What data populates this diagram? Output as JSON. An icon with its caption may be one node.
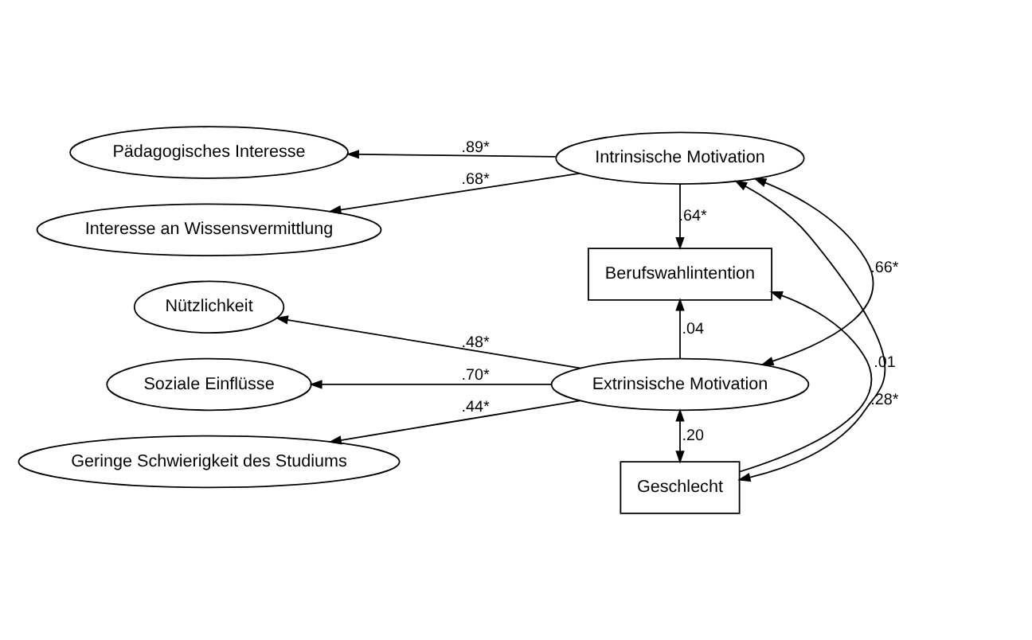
{
  "diagram": {
    "nodes": [
      {
        "text": [
          "Pädagogisches Interesse"
        ]
      },
      {
        "text": [
          "Intrinsische Motivation"
        ]
      },
      {
        "text": [
          "Interesse an Wissensvermittlung"
        ]
      },
      {
        "text": [
          "Berufswahlintention"
        ]
      },
      {
        "text": [
          "Nützlichkeit"
        ]
      },
      {
        "text": [
          "Extrinsische Motivation"
        ]
      },
      {
        "text": [
          "Soziale Einflüsse"
        ]
      },
      {
        "text": [
          "Geringe Schwierigkeit des Studiums"
        ]
      },
      {
        "text": [
          "Geschlecht"
        ]
      }
    ],
    "edges": [
      {
        "from": 1,
        "to": 0,
        "arrow": "to",
        "label": ".89*"
      },
      {
        "from": 1,
        "to": 2,
        "arrow": "to",
        "label": ".68*"
      },
      {
        "from": 1,
        "to": 3,
        "arrow": "to",
        "label": ".64*"
      },
      {
        "from": 1,
        "to": 5,
        "arrow": "both",
        "label": ".66*"
      },
      {
        "from": 5,
        "to": 4,
        "arrow": "to",
        "label": ".48*"
      },
      {
        "from": 5,
        "to": 6,
        "arrow": "to",
        "label": ".70*"
      },
      {
        "from": 5,
        "to": 7,
        "arrow": "to",
        "label": ".44*"
      },
      {
        "from": 5,
        "to": 3,
        "arrow": "to",
        "label": ".04"
      },
      {
        "from": 1,
        "to": 8,
        "arrow": "both",
        "label": ".28*"
      },
      {
        "from": 5,
        "to": 8,
        "arrow": "both",
        "label": ".20"
      },
      {
        "from": 8,
        "to": 3,
        "arrow": "to",
        "label": ".01"
      }
    ]
  }
}
